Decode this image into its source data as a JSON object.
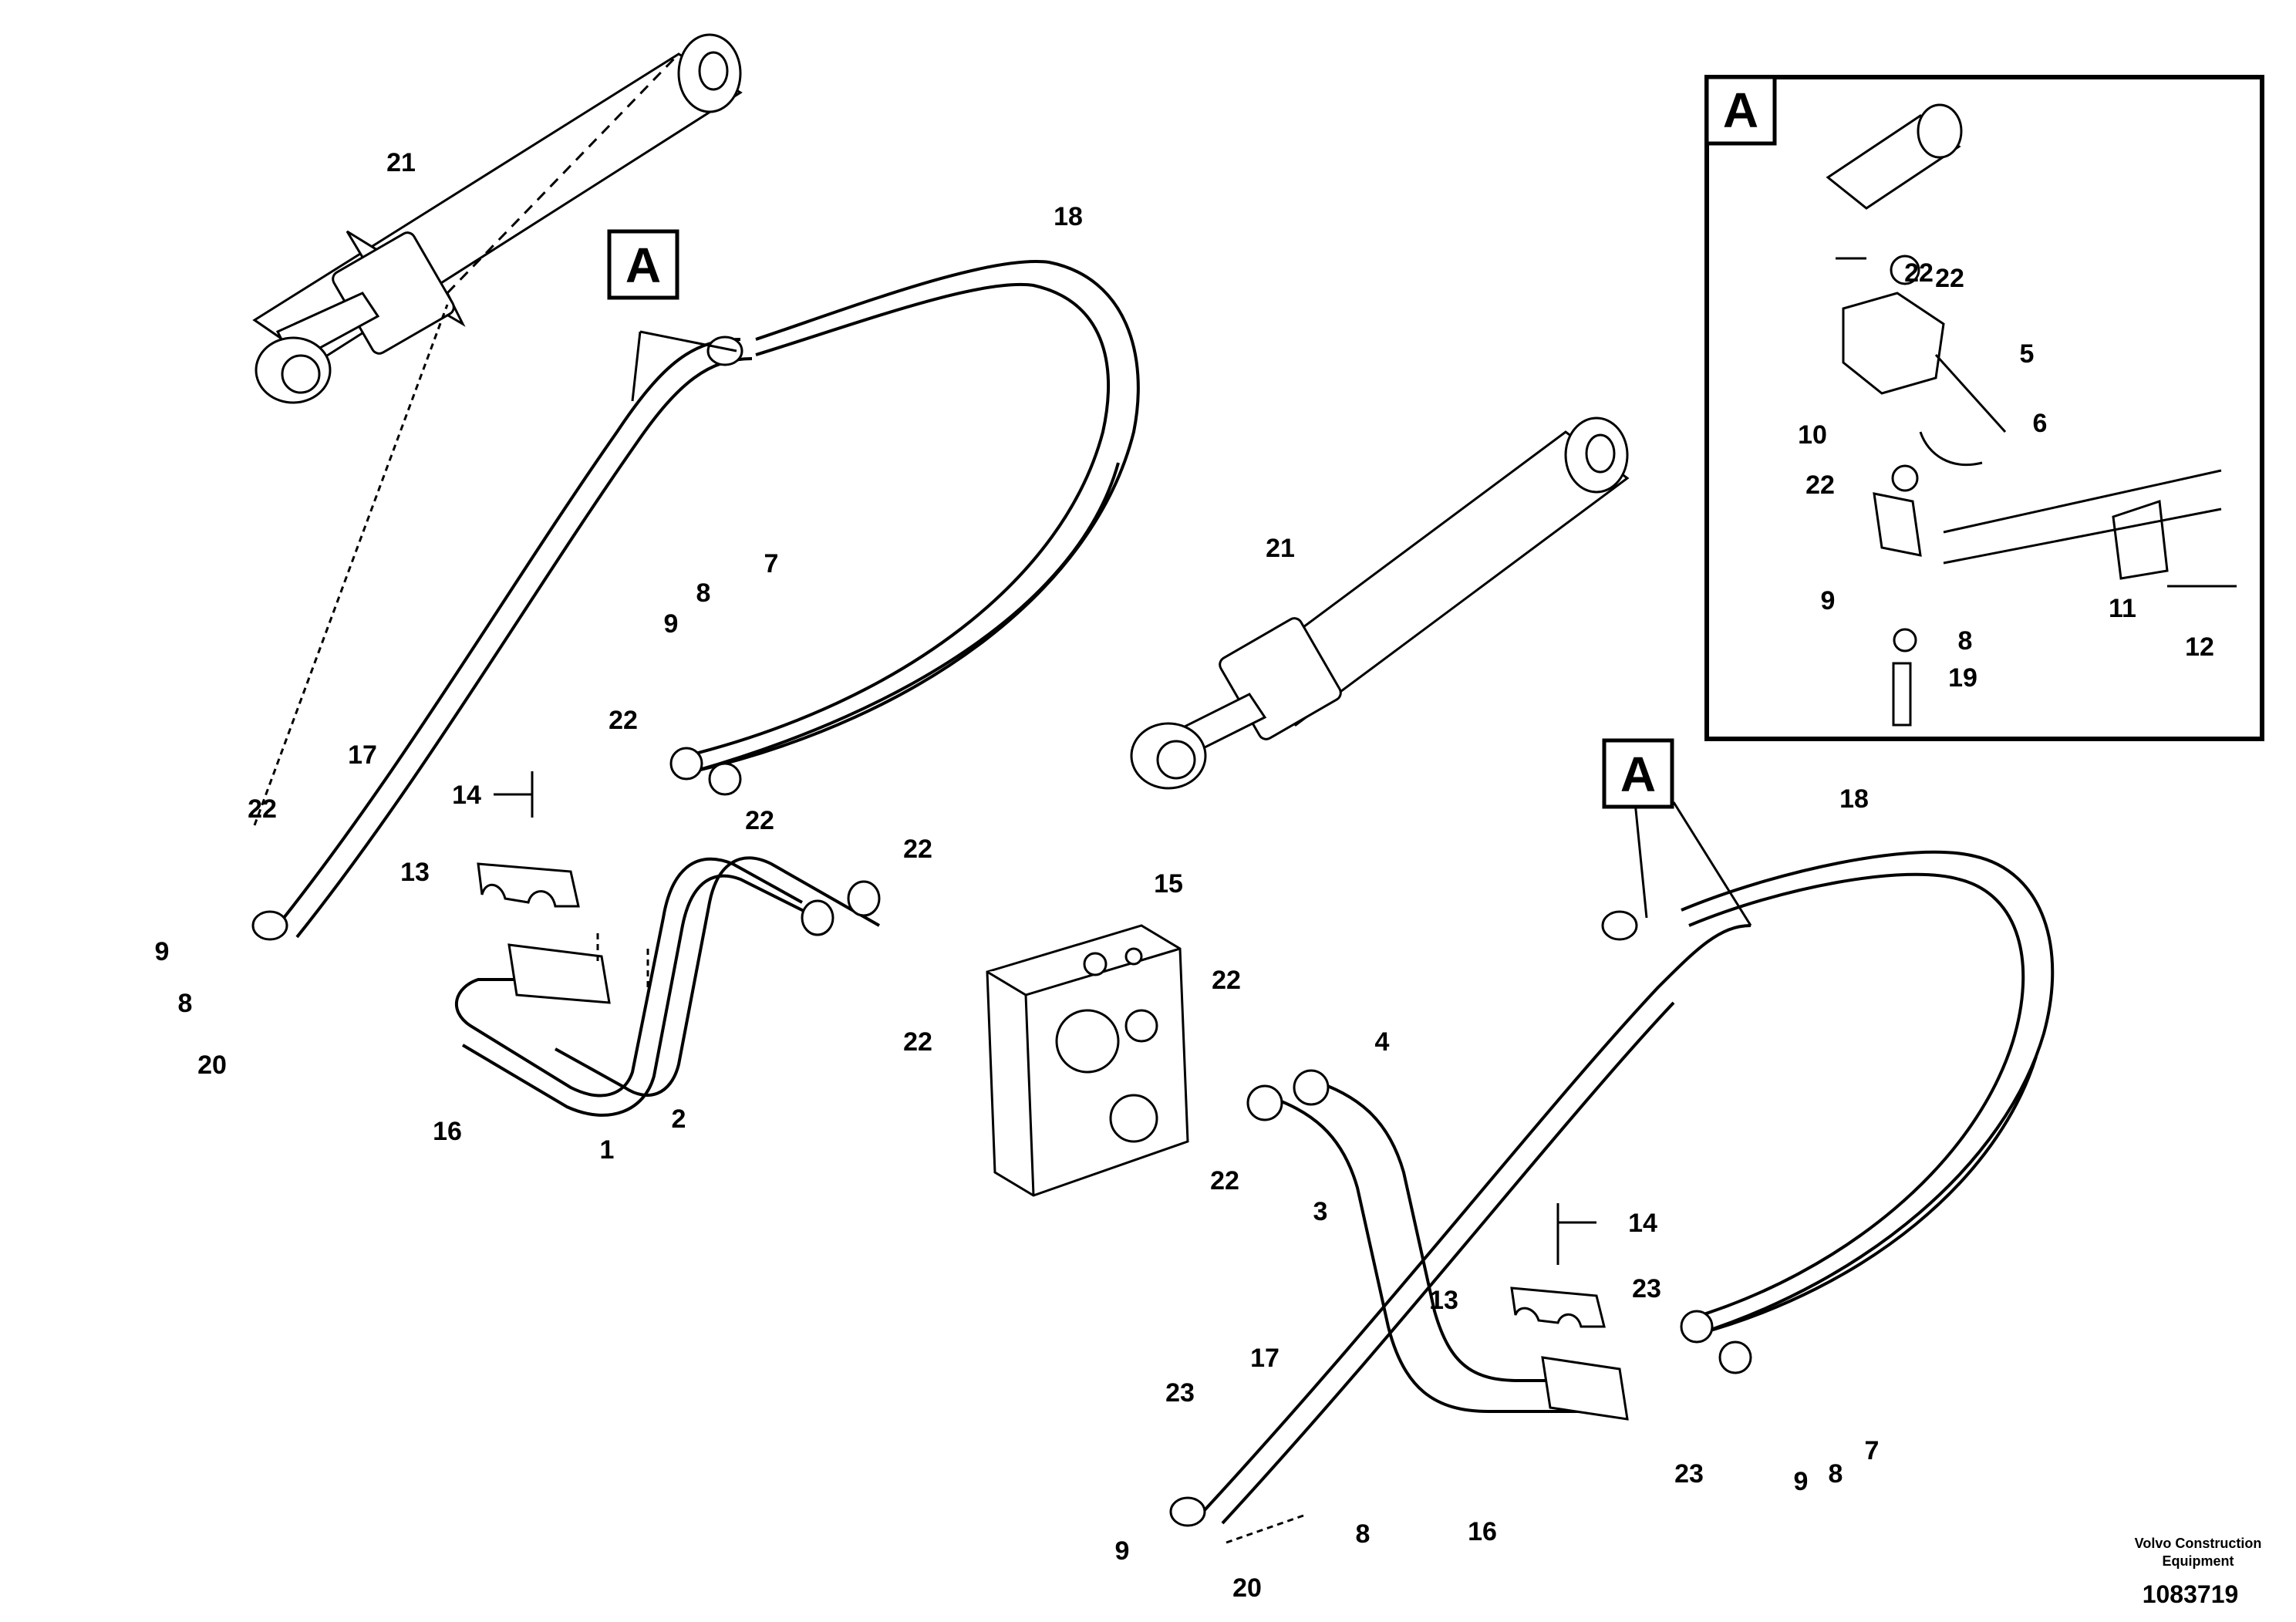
{
  "labels": {
    "l1": "1",
    "l2": "2",
    "l3": "3",
    "l4": "4",
    "l5": "5",
    "l6": "6",
    "l7a": "7",
    "l7b": "7",
    "l8a": "8",
    "l8b": "8",
    "l8c": "8",
    "l8d": "8",
    "l8e": "8",
    "l9a": "9",
    "l9b": "9",
    "l9c": "9",
    "l9d": "9",
    "l9e": "9",
    "l10": "10",
    "l11": "11",
    "l12": "12",
    "l13a": "13",
    "l13b": "13",
    "l14a": "14",
    "l14b": "14",
    "l15": "15",
    "l16a": "16",
    "l16b": "16",
    "l17a": "17",
    "l17b": "17",
    "l18a": "18",
    "l18b": "18",
    "l19": "19",
    "l20a": "20",
    "l20b": "20",
    "l21a": "21",
    "l21b": "21",
    "l22a": "22",
    "l22b": "22",
    "l22c": "22",
    "l22d": "22",
    "l22e": "22",
    "l22f": "22",
    "l22g": "22",
    "l22h": "22",
    "l22i": "22",
    "l22j": "22",
    "l23a": "23",
    "l23b": "23",
    "l23c": "23"
  },
  "callouts": {
    "a1": "A",
    "a2": "A",
    "a3": "A"
  },
  "footer": {
    "brand_line1": "Volvo Construction",
    "brand_line2": "Equipment",
    "doc_number": "1083719"
  }
}
